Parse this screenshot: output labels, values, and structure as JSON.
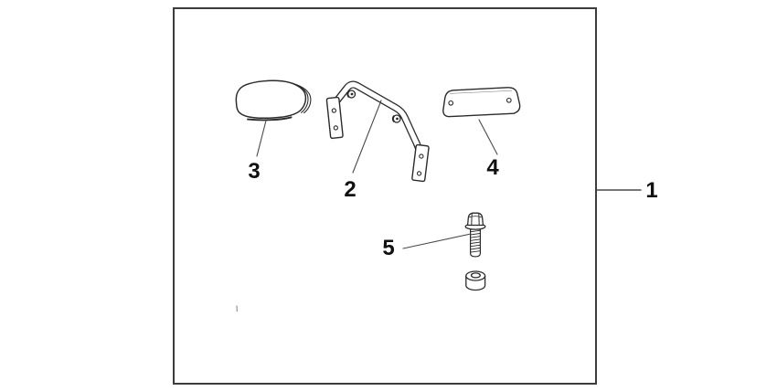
{
  "figure": {
    "type": "exploded-parts-diagram",
    "background": "#ffffff",
    "line_color": "#2b2b2b",
    "frame_color": "#3c3c3c",
    "leader_color": "#4a4a4a",
    "label_color": "#111111"
  },
  "callouts": [
    {
      "label": "1"
    },
    {
      "label": "2"
    },
    {
      "label": "3"
    },
    {
      "label": "4"
    },
    {
      "label": "5"
    }
  ]
}
